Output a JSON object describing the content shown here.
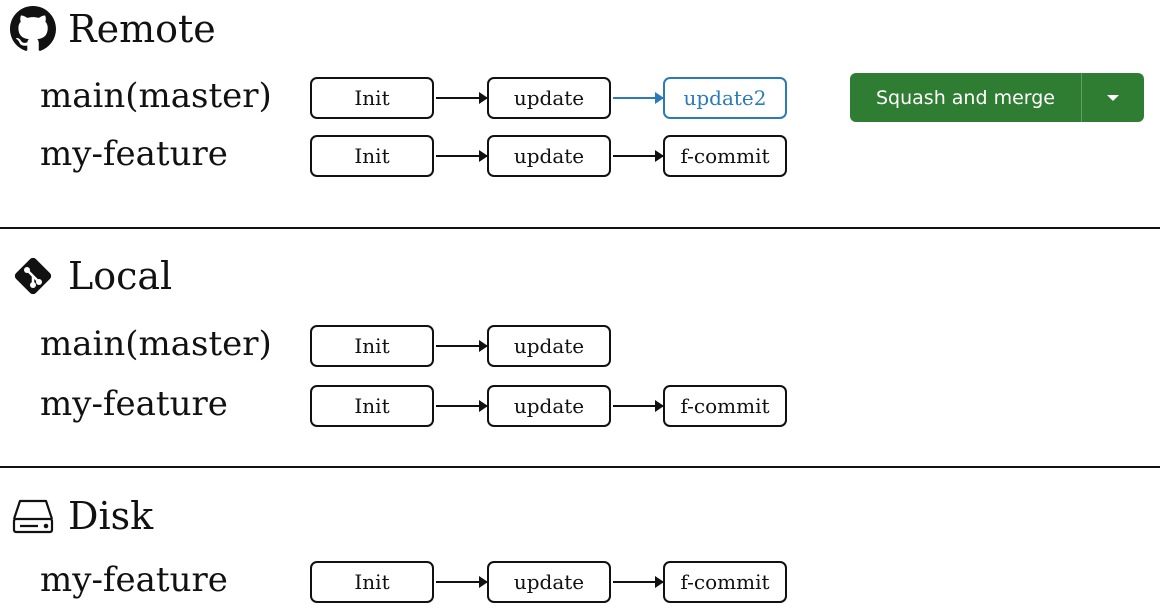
{
  "sections": {
    "remote": {
      "title": "Remote",
      "icon": "github-icon",
      "branches": [
        {
          "label": "main(master)",
          "commits": [
            "Init",
            "update",
            "update2"
          ]
        },
        {
          "label": "my-feature",
          "commits": [
            "Init",
            "update",
            "f-commit"
          ]
        }
      ]
    },
    "local": {
      "title": "Local",
      "icon": "git-icon",
      "branches": [
        {
          "label": "main(master)",
          "commits": [
            "Init",
            "update"
          ]
        },
        {
          "label": "my-feature",
          "commits": [
            "Init",
            "update",
            "f-commit"
          ]
        }
      ]
    },
    "disk": {
      "title": "Disk",
      "icon": "hard-drive-icon",
      "branches": [
        {
          "label": "my-feature",
          "commits": [
            "Init",
            "update",
            "f-commit"
          ]
        }
      ]
    }
  },
  "merge_button": {
    "label": "Squash and merge",
    "dropdown_icon": "caret-down-icon",
    "color": "#2e7d32"
  },
  "colors": {
    "highlight": "#2b7bb9",
    "line": "#111111"
  }
}
